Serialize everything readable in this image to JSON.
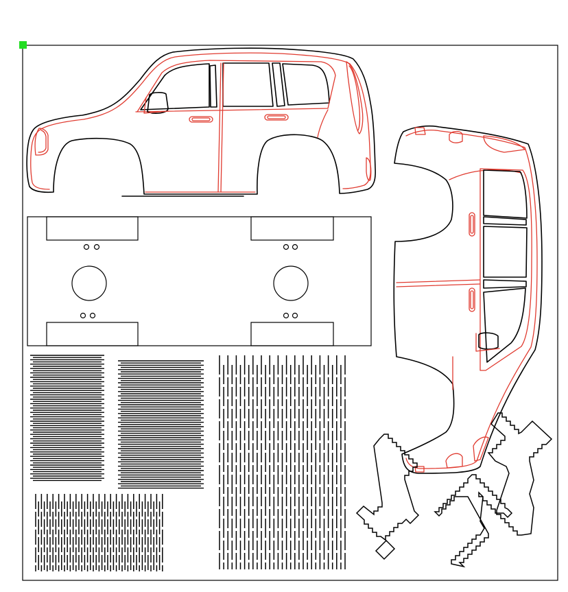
{
  "sheet": {
    "origin_marker_color": "#22dd22",
    "cut_color": "#000000",
    "engrave_color": "#e03a2f",
    "background": "#ffffff"
  },
  "parts": {
    "car_side_view": {
      "icon": "car-side-icon"
    },
    "car_top_view": {
      "icon": "car-top-icon"
    },
    "chassis_base_plate": {
      "icon": "base-plate-icon",
      "axle_holes": 2,
      "screw_hole_pairs": 4,
      "mount_slots": 4
    },
    "flex_panels": {
      "count": 4
    },
    "pixel_sword": {
      "icon": "sword-icon"
    },
    "pixel_pickaxe": {
      "icon": "pickaxe-icon"
    },
    "pixel_axe": {
      "icon": "axe-icon"
    }
  }
}
